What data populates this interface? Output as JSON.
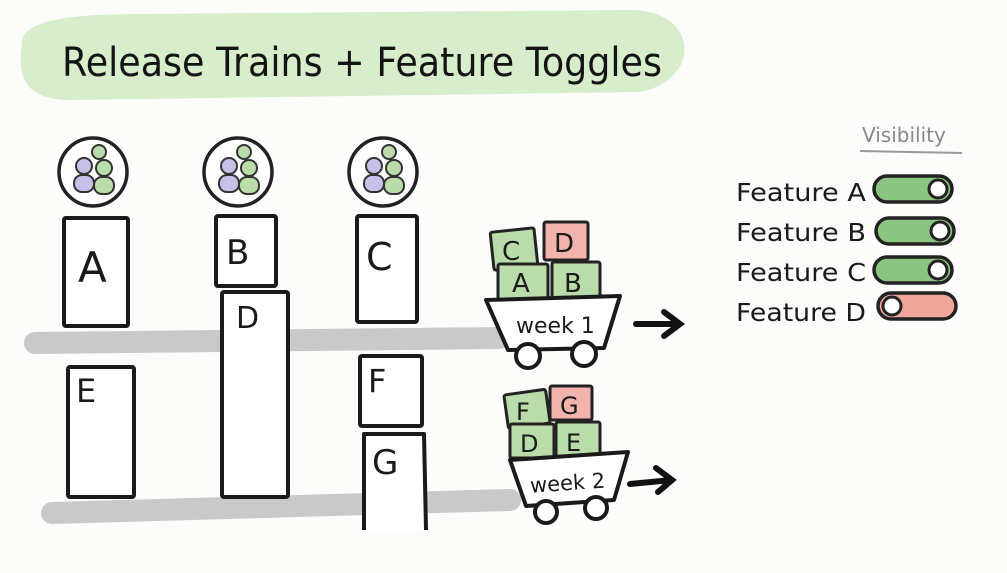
{
  "title": "Release Trains + Feature Toggles",
  "visibility_heading": "Visibility",
  "teams": [
    {
      "top_box": "A",
      "bottom_box": "E"
    },
    {
      "top_box": "B",
      "bottom_box": "D"
    },
    {
      "top_box": "C",
      "bottom_box": "F",
      "extra_box": "G"
    }
  ],
  "trains": [
    {
      "label": "week 1",
      "crates_top": [
        {
          "label": "C",
          "color": "green"
        },
        {
          "label": "D",
          "color": "red"
        }
      ],
      "crates_bottom": [
        {
          "label": "A",
          "color": "green"
        },
        {
          "label": "B",
          "color": "green"
        }
      ]
    },
    {
      "label": "week 2",
      "crates_top": [
        {
          "label": "F",
          "color": "green"
        },
        {
          "label": "G",
          "color": "red"
        }
      ],
      "crates_bottom": [
        {
          "label": "D",
          "color": "green"
        },
        {
          "label": "E",
          "color": "green"
        }
      ]
    }
  ],
  "toggles": [
    {
      "label": "Feature A",
      "state": "on"
    },
    {
      "label": "Feature B",
      "state": "on"
    },
    {
      "label": "Feature C",
      "state": "on"
    },
    {
      "label": "Feature D",
      "state": "off"
    }
  ],
  "colors": {
    "title_highlight": "#d8edcc",
    "green": "#b9dcaa",
    "red": "#f2b3ac",
    "toggle_on": "#8cc581",
    "toggle_off": "#eea59c",
    "track": "#c9c9c9"
  }
}
